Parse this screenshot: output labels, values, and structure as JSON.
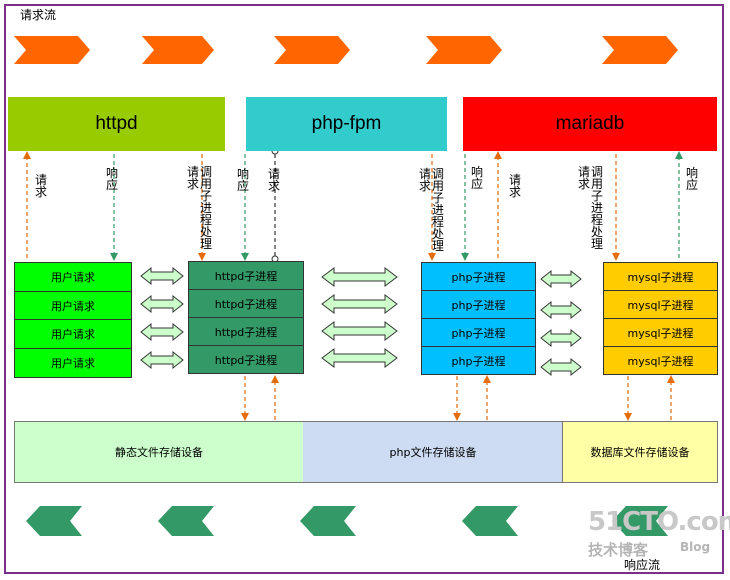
{
  "labels": {
    "request_flow": "请求流",
    "response_flow": "响应流"
  },
  "servers": {
    "httpd": "httpd",
    "phpfpm": "php-fpm",
    "mariadb": "mariadb"
  },
  "flow_labels": {
    "request": "请求",
    "response": "响应",
    "call_child": "调用子进程处理"
  },
  "user_requests": [
    "用户请求",
    "用户请求",
    "用户请求",
    "用户请求"
  ],
  "httpd_children": [
    "httpd子进程",
    "httpd子进程",
    "httpd子进程",
    "httpd子进程"
  ],
  "php_children": [
    "php子进程",
    "php子进程",
    "php子进程",
    "php子进程"
  ],
  "mysql_children": [
    "mysql子进程",
    "mysql子进程",
    "mysql子进程",
    "mysql子进程"
  ],
  "storage": {
    "static": "静态文件存储设备",
    "php": "php文件存储设备",
    "db": "数据库文件存储设备"
  },
  "watermark": {
    "site": "51CTO.com",
    "blog_cn": "技术博客",
    "blog": "Blog"
  },
  "colors": {
    "httpd": "#99cc00",
    "phpfpm": "#33cccc",
    "mariadb": "#ff0000",
    "user": "#00ff00",
    "httpd_child": "#339966",
    "php_child": "#00bfff",
    "mysql_child": "#ffcc00",
    "store_static": "#ccffcc",
    "store_php": "#cddcf2",
    "store_db": "#ffffa6",
    "request_arrow": "#e46c0a",
    "response_arrow": "#339966",
    "frame": "#7b2f8a"
  }
}
